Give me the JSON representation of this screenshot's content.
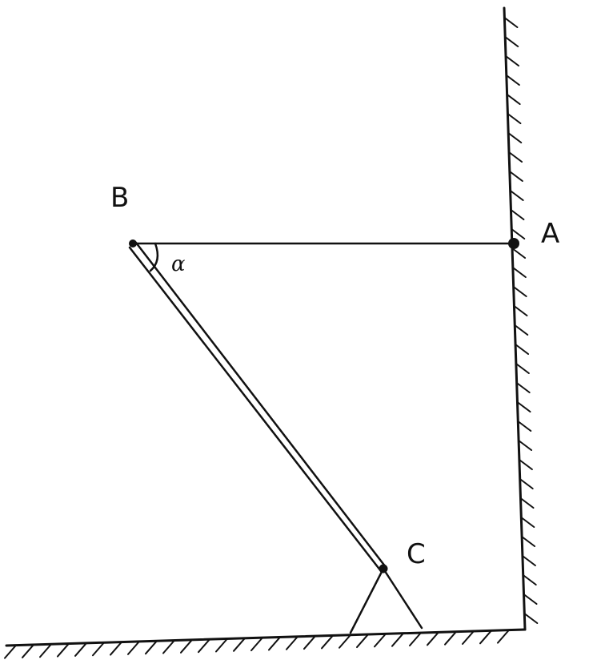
{
  "diagram": {
    "labels": {
      "point_a": "A",
      "point_b": "B",
      "point_c": "C",
      "angle": "α"
    },
    "colors": {
      "ink": "#111111",
      "background": "#ffffff"
    }
  }
}
